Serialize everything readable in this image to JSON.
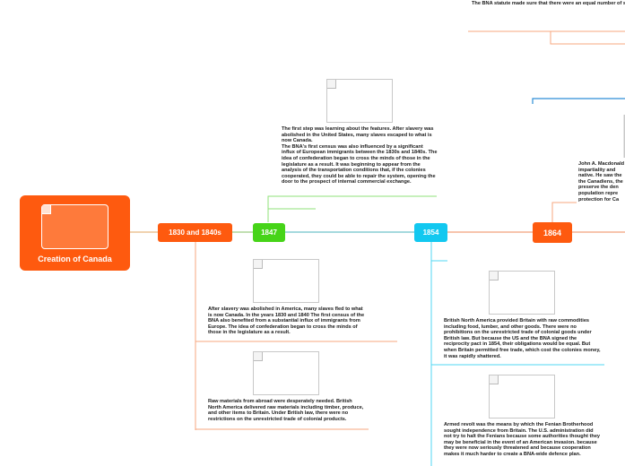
{
  "central": {
    "title": "Creation of Canada"
  },
  "topics": [
    {
      "label": "1830 and 1840s",
      "color": "#fe5a0f"
    },
    {
      "label": "1847",
      "color": "#46d418"
    },
    {
      "label": "1854",
      "color": "#12c8f0"
    },
    {
      "label": "1864",
      "color": "#fe5a0f"
    }
  ],
  "notes": {
    "bna_statute": "The BNA statute made sure that there were an equal number of seats for each colony in the assembly. of Canada West started to rise noticeably quicker than the of Canada East.This was seen as unfair by several MPs in Canada West.",
    "first_step": "The first step was learning about the features. After slavery was abolished in the United States, many slaves escaped to what is now Canada.\n The BNA's first census was also influenced by a significant influx of European immigrants between the 1830s and 1840s. The idea of confederation began to cross the minds of those in the legislature as a result. It was beginning to appear from the analysis of the transportation conditions that, if the colonies cooperated, they could be able to repair the system, opening the door to the prospect of internal commercial exchange.",
    "after_slavery": "After slavery was abolished in America, many slaves fled to what is now Canada. In the years 1830 and 1840 The first census of the BNA also benefited from a substantial influx of immigrants from Europe. The idea of confederation began to cross the minds of those in the legislature as a result.",
    "raw_materials": "Raw materials from abroad were desperately needed. British North America delivered raw materials including timber, produce, and other items to Britain. Under British law, there were no restrictions on the unrestricted trade of colonial products.",
    "british_na": "British North America provided Britain with raw commodities including food, lumber, and other goods. There were no prohibitions on the unrestricted trade of colonial goods under British law. But because the US and the BNA signed the reciprocity pact in 1854, their obligations would be equal. But when Britain permitted free trade, which cost the colonies money, it was rapidly shattered.",
    "armed_revolt": "Armed revolt was the means by which the Fenian Brotherhood sought independence from Britain. The U.S. administration did not try to halt the Fenians because some authorities thought they may be beneficial in the event of an American invasion. because they were now seriously threatened and because cooperation makes it much harder to create a BNA-wide defence plan.",
    "macdonald": "John A. Macdonald impartiality and native. He saw the the Canadiens, the preserve the den population repre protection for Ca"
  },
  "colors": {
    "orange": "#fe5a0f",
    "green": "#46d418",
    "cyan": "#12c8f0",
    "blue": "#2d8ed6"
  }
}
